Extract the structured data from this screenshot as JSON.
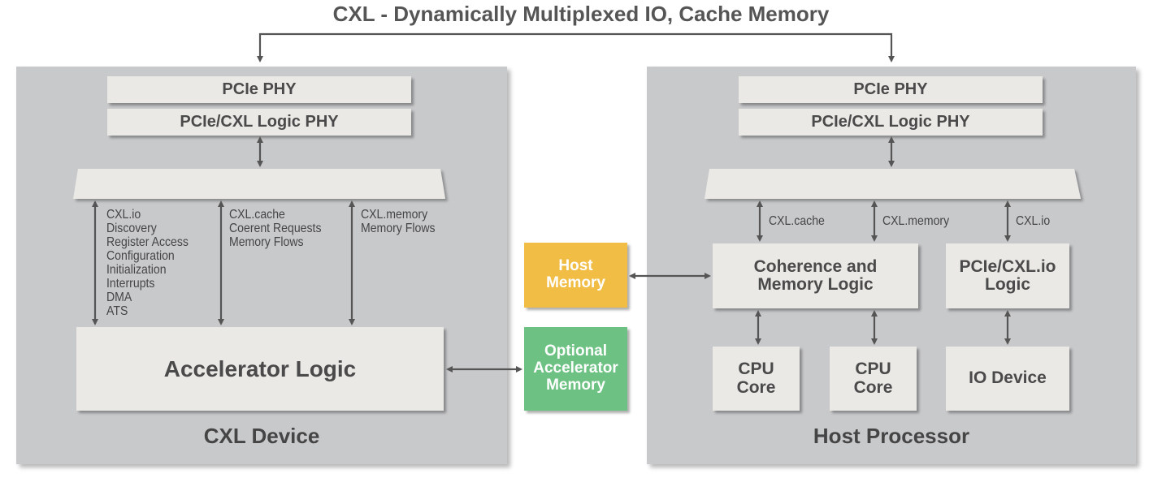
{
  "title": "CXL - Dynamically Multiplexed IO, Cache Memory",
  "device": {
    "label": "CXL Device",
    "pcie_phy": "PCIe PHY",
    "logic_phy": "PCIe/CXL Logic PHY",
    "accelerator_logic": "Accelerator Logic",
    "link_io": [
      "CXL.io",
      "Discovery",
      "Register Access",
      "Configuration",
      "Initialization",
      "Interrupts",
      "DMA",
      "ATS"
    ],
    "link_cache": [
      "CXL.cache",
      "Coerent Requests",
      "Memory Flows"
    ],
    "link_memory": [
      "CXL.memory",
      "Memory Flows"
    ]
  },
  "host": {
    "label": "Host Processor",
    "pcie_phy": "PCIe PHY",
    "logic_phy": "PCIe/CXL Logic PHY",
    "link_cache": "CXL.cache",
    "link_memory": "CXL.memory",
    "link_io": "CXL.io",
    "coherence_logic": "Coherence and Memory Logic",
    "io_logic": "PCIe/CXL.io Logic",
    "cpu_core_1": "CPU Core",
    "cpu_core_2": "CPU Core",
    "io_device": "IO Device"
  },
  "host_memory": "Host Memory",
  "optional_memory": "Optional Accelerator Memory",
  "colors": {
    "panel": "#c8c9cb",
    "box": "#ebe9e6",
    "host_memory": "#f1bd45",
    "optional_memory": "#6dc283",
    "arrow": "#555555"
  }
}
